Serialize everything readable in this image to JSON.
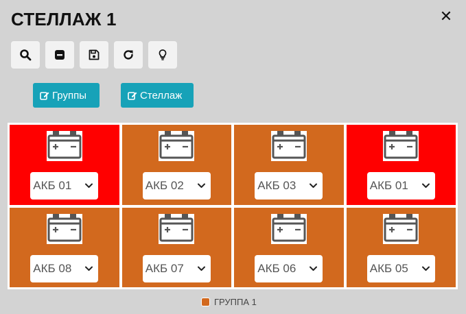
{
  "title": "СТЕЛЛАЖ 1",
  "toolbar": {
    "icons": [
      "search-icon",
      "minus-square-icon",
      "save-icon",
      "refresh-icon",
      "lightbulb-icon"
    ]
  },
  "buttons": {
    "groups": "Группы",
    "rack": "Стеллаж"
  },
  "colors": {
    "alarm": "#ff0000",
    "group1": "#d2691e",
    "action": "#17a2b8"
  },
  "cells": [
    {
      "label": "АКБ 01",
      "status": "alarm"
    },
    {
      "label": "АКБ 02",
      "status": "group1"
    },
    {
      "label": "АКБ 03",
      "status": "group1"
    },
    {
      "label": "АКБ 01",
      "status": "alarm"
    },
    {
      "label": "АКБ 08",
      "status": "group1"
    },
    {
      "label": "АКБ 07",
      "status": "group1"
    },
    {
      "label": "АКБ 06",
      "status": "group1"
    },
    {
      "label": "АКБ 05",
      "status": "group1"
    }
  ],
  "legend": {
    "label": "ГРУППА 1"
  }
}
